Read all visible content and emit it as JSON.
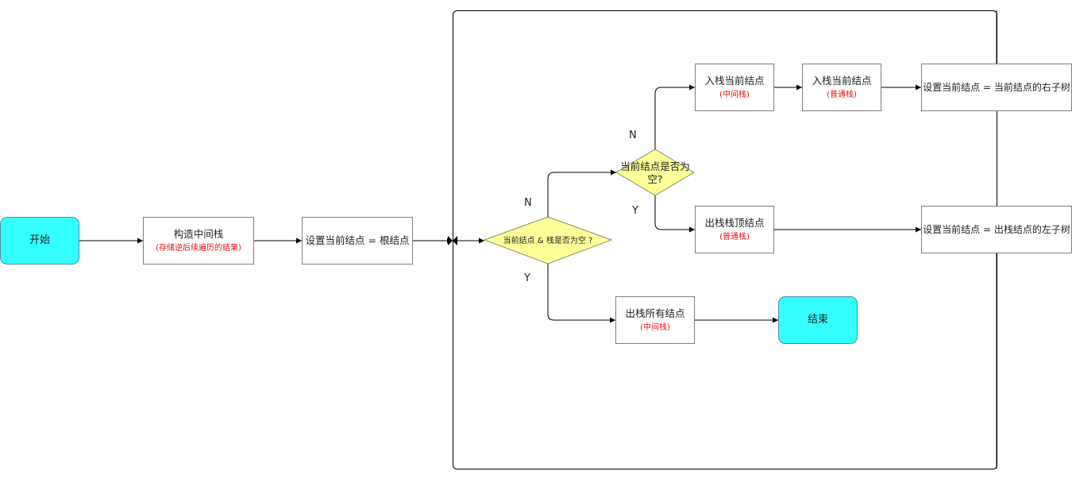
{
  "nodes": {
    "start": {
      "label": "开始"
    },
    "build_stack": {
      "label": "构造中间栈",
      "sub": "(存储逆后续遍历的结果)"
    },
    "set_root": {
      "label": "设置当前结点 = 根结点"
    },
    "cond_main": {
      "label": "当前结点 & 栈是否为空 ?"
    },
    "cond_inner": {
      "label": "当前结点是否为空?"
    },
    "push_mid": {
      "label": "入栈当前结点",
      "sub": "(中间栈)"
    },
    "push_normal": {
      "label": "入栈当前结点",
      "sub": "(普通栈)"
    },
    "set_right": {
      "label": "设置当前结点 = 当前结点的右子树"
    },
    "pop_top": {
      "label": "出栈栈顶结点",
      "sub": "(普通栈)"
    },
    "set_left": {
      "label": "设置当前结点 = 出栈结点的左子树"
    },
    "pop_all": {
      "label": "出栈所有结点",
      "sub": "(中间栈)"
    },
    "end": {
      "label": "结束"
    }
  },
  "edge_labels": {
    "main_n": "N",
    "main_y": "Y",
    "inner_n": "N",
    "inner_y": "Y"
  },
  "colors": {
    "terminal_fill": "#33ffff",
    "decision_fill": "#ffff99",
    "note_text": "#ee1111",
    "line": "#000000"
  }
}
